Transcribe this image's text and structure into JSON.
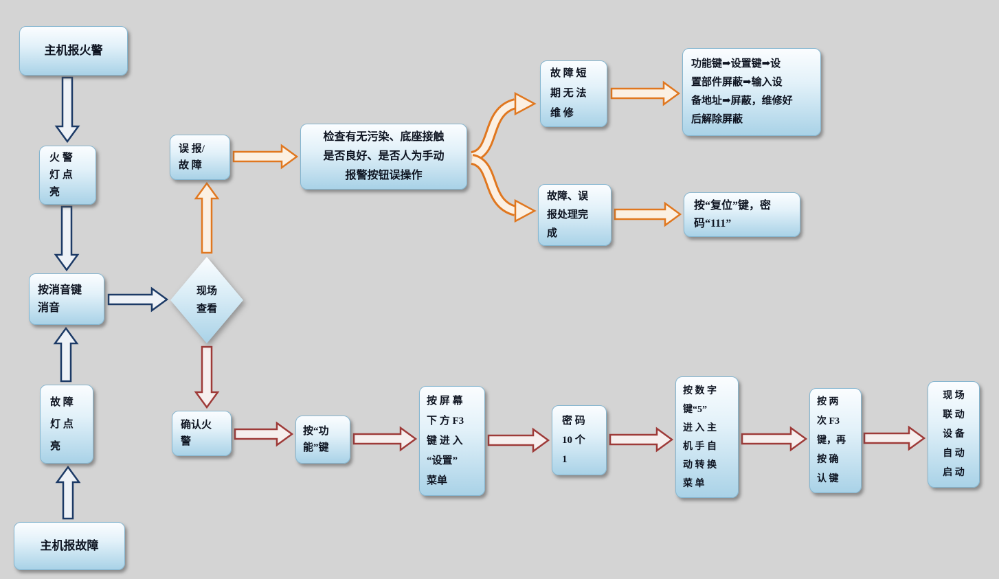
{
  "colors": {
    "background": "#d4d4d4",
    "navy_arrow": "#1c3a66",
    "orange_arrow": "#e0771f",
    "red_arrow": "#9e3a38",
    "box_fill_top": "#fbfdff",
    "box_fill_bottom": "#a9d2e7",
    "box_border": "#85b6d0",
    "text": "#0d1320"
  },
  "nodes": {
    "main_fire_alarm": "主机报火警",
    "fire_light_on": "火 警\n灯 点\n亮",
    "press_mute": "按消音键\n消音",
    "site_check": "现场\n查看",
    "false_alarm": "误 报/\n故 障",
    "check_cause": "检查有无污染、底座接触\n是否良好、是否人为手动\n报警按钮误操作",
    "fault_no_repair": "故 障 短\n期 无 法\n维 修",
    "shield_procedure": "功能键➡设置键➡设\n置部件屏蔽➡输入设\n备地址➡屏蔽，维修好\n后解除屏蔽",
    "fault_resolved": "故障、误\n报处理完\n成",
    "press_reset": "按“复位”键，密\n码“111”",
    "confirm_fire": "确认火\n警",
    "press_function_key": "按“功\n能”键",
    "f3_setup_menu": "按 屏 幕\n下 方 F3\n键 进 入\n“设置”\n菜单",
    "password_ones": "密 码\n10 个\n1",
    "press_5_menu": "按 数 字\n键“5”\n进 入 主\n机 手 自\n动 转 换\n菜 单",
    "press_f3_twice": "按 两\n次 F3\n键，再\n按 确\n认 键",
    "device_auto_start": "现 场\n联 动\n设 备\n自 动\n启 动",
    "fault_light_on": "故 障\n灯 点\n亮",
    "main_fault_alarm": "主机报故障"
  }
}
